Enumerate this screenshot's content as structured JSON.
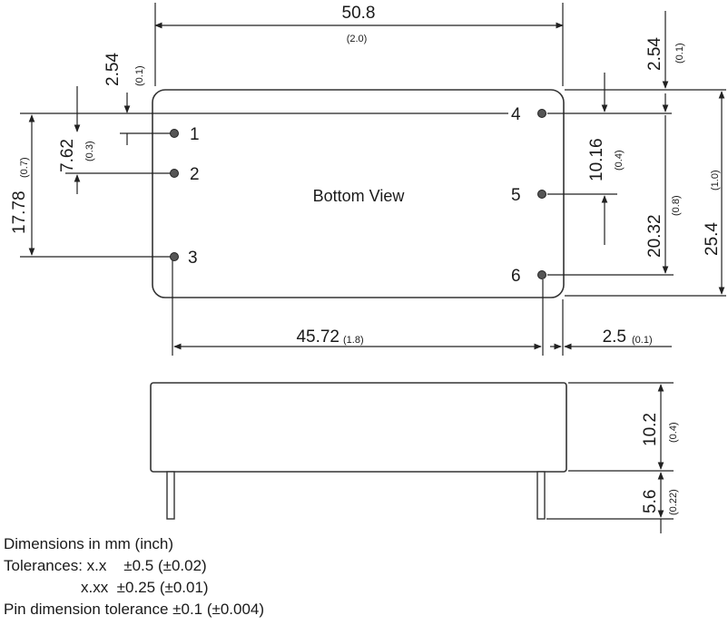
{
  "bottom_view_label": "Bottom View",
  "pins": [
    "1",
    "2",
    "3",
    "4",
    "5",
    "6"
  ],
  "dimensions": {
    "width_mm": "50.8",
    "width_in": "(2.0)",
    "pin1_offset_mm": "2.54",
    "pin1_offset_in": "(0.1)",
    "pin_pitch_mm": "7.62",
    "pin_pitch_in": "(0.3)",
    "pin_row_height_mm": "17.78",
    "pin_row_height_in": "(0.7)",
    "pin_span_mm": "45.72",
    "pin_span_in": "(1.8)",
    "edge_offset_mm": "2.5",
    "edge_offset_in": "(0.1)",
    "pin4_offset_mm": "2.54",
    "pin4_offset_in": "(0.1)",
    "pin45_pitch_mm": "10.16",
    "pin45_pitch_in": "(0.4)",
    "pin46_span_mm": "20.32",
    "pin46_span_in": "(0.8)",
    "height_mm": "25.4",
    "height_in": "(1.0)",
    "body_height_mm": "10.2",
    "body_height_in": "(0.4)",
    "pin_length_mm": "5.6",
    "pin_length_in": "(0.22)"
  },
  "notes": {
    "line1": "Dimensions in mm (inch)",
    "line2": "Tolerances: x.x    ±0.5 (±0.02)",
    "line3": "                  x.xx  ±0.25 (±0.01)",
    "line4": "Pin dimension tolerance ±0.1 (±0.004)"
  }
}
